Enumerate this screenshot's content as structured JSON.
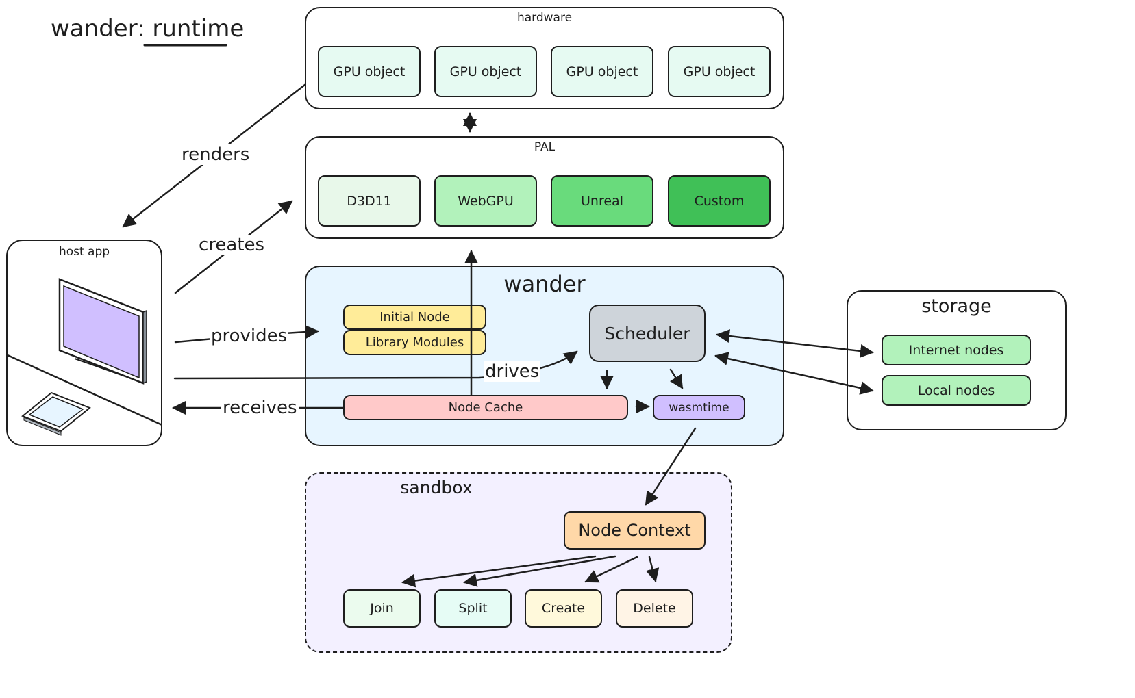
{
  "title": {
    "prefix": "wander:",
    "main": "runtime"
  },
  "hardware": {
    "label": "hardware",
    "objects": [
      "GPU object",
      "GPU object",
      "GPU object",
      "GPU object"
    ]
  },
  "pal": {
    "label": "PAL",
    "backends": [
      "D3D11",
      "WebGPU",
      "Unreal",
      "Custom"
    ]
  },
  "host_app": {
    "label": "host app"
  },
  "wander": {
    "label": "wander",
    "initial_node": "Initial Node",
    "library_modules": "Library Modules",
    "scheduler": "Scheduler",
    "node_cache": "Node Cache",
    "wasmtime": "wasmtime"
  },
  "storage": {
    "label": "storage",
    "internet_nodes": "Internet nodes",
    "local_nodes": "Local nodes"
  },
  "sandbox": {
    "label": "sandbox",
    "node_context": "Node Context",
    "operations": [
      "Join",
      "Split",
      "Create",
      "Delete"
    ]
  },
  "edges": {
    "renders": "renders",
    "creates": "creates",
    "provides": "provides",
    "drives": "drives",
    "receives": "receives"
  },
  "colors": {
    "gpu_object": "#e6faf2",
    "d3d11": "#e8f8ea",
    "webgpu": "#b2f2bb",
    "unreal": "#69db7c",
    "custom": "#40c057",
    "wander_bg": "#e7f5ff",
    "initial_node": "#ffec99",
    "scheduler": "#ced4da",
    "node_cache": "#ffc9c9",
    "wasmtime": "#d0bfff",
    "storage_nodes": "#b2f2bb",
    "sandbox_bg": "#f3f0ff",
    "node_context": "#ffd8a8",
    "join": "#ebfbee",
    "split": "#e6fcf5",
    "create": "#fff9db",
    "delete": "#fff4e6",
    "screen": "#d0bfff"
  }
}
